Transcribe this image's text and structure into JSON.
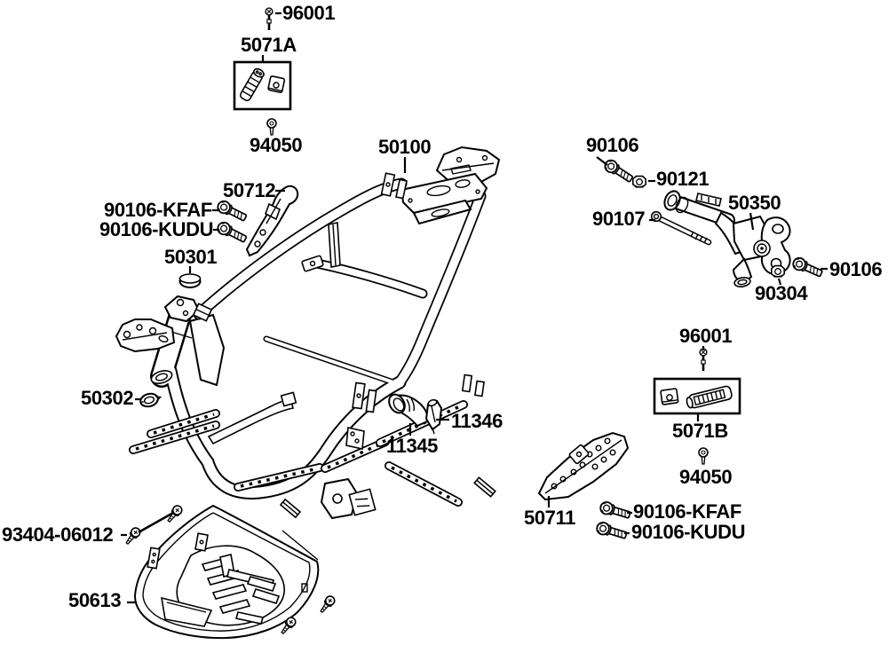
{
  "page": {
    "background": "#ffffff",
    "line_color": "#000000",
    "text_color": "#000000",
    "description": "Exploded parts diagram of a scooter frame body with callout part numbers"
  },
  "labels": {
    "l96001_top": "96001",
    "l5071a": "5071A",
    "l94050_top": "94050",
    "l50100": "50100",
    "l50712": "50712",
    "l90106_kfaf_left": "90106-KFAF",
    "l90106_kudu_left": "90106-KUDU",
    "l50301": "50301",
    "l50302": "50302",
    "l93404_06012": "93404-06012",
    "l50613": "50613",
    "l11345": "11345",
    "l11346": "11346",
    "l90106_top_right": "90106",
    "l90121": "90121",
    "l90107": "90107",
    "l50350": "50350",
    "l90106_right": "90106",
    "l90304": "90304",
    "l96001_right": "96001",
    "l5071b": "5071B",
    "l94050_right": "94050",
    "l50711": "50711",
    "l90106_kfaf_bottom": "90106-KFAF",
    "l90106_kudu_bottom": "90106-KUDU"
  }
}
